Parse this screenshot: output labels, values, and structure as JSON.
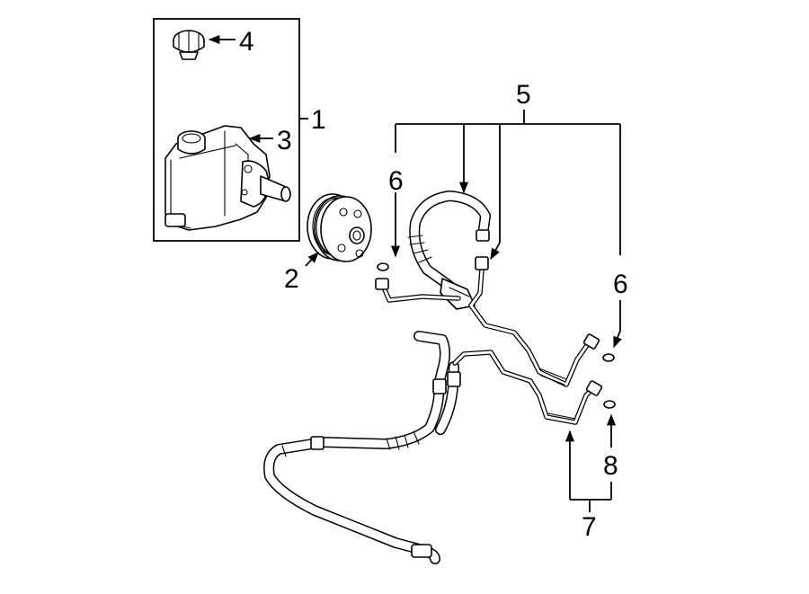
{
  "callouts": {
    "c1": "1",
    "c2": "2",
    "c3": "3",
    "c4": "4",
    "c5": "5",
    "c6a": "6",
    "c6b": "6",
    "c7": "7",
    "c8": "8"
  },
  "icons": {
    "arrow": "arrowhead-icon"
  }
}
